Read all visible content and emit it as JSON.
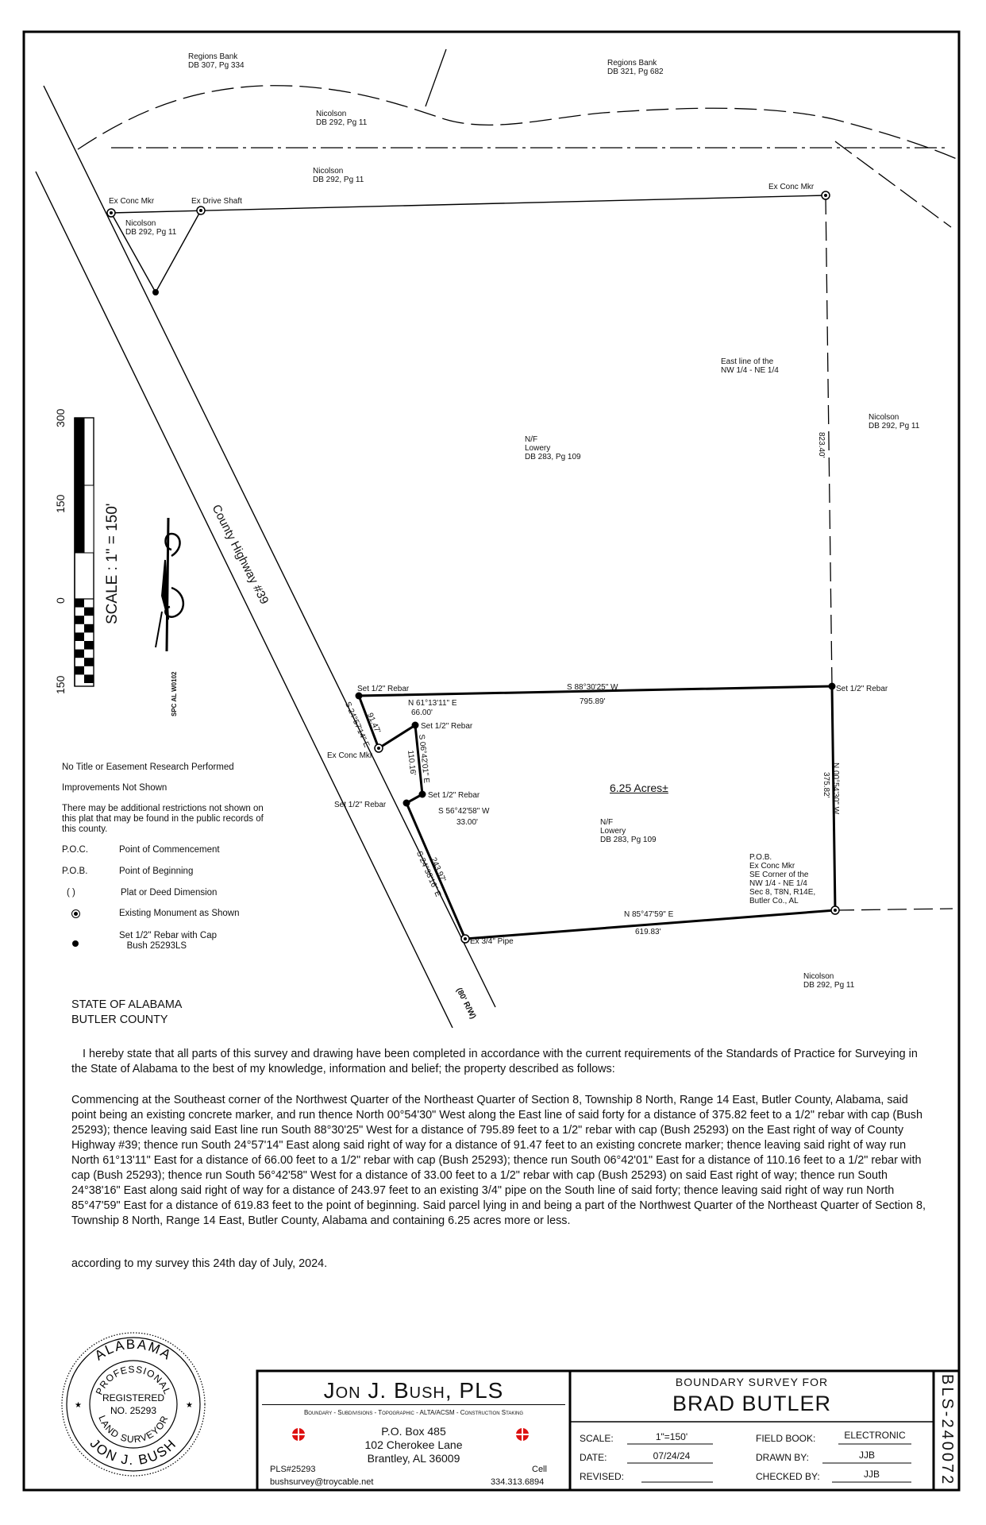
{
  "plat": {
    "adjoiners": {
      "regions1": [
        "Regions Bank",
        "DB 307, Pg 334"
      ],
      "regions2": [
        "Regions Bank",
        "DB 321, Pg 682"
      ],
      "nicolson_a": [
        "Nicolson",
        "DB 292, Pg 11"
      ],
      "nicolson_b": [
        "Nicolson",
        "DB 292, Pg 11"
      ],
      "nicolson_c": [
        "Nicolson",
        "DB 292, Pg 11"
      ],
      "nicolson_d": [
        "Nicolson",
        "DB 292, Pg 11"
      ],
      "nicolson_e": [
        "Nicolson",
        "DB 292, Pg 11"
      ],
      "lowery_a": [
        "N/F",
        "Lowery",
        "DB 283, Pg 109"
      ],
      "lowery_b": [
        "N/F",
        "Lowery",
        "DB 283, Pg 109"
      ]
    },
    "monuments": {
      "ex_conc_mkr_nw": "Ex Conc Mkr",
      "ex_drive_shaft": "Ex Drive Shaft",
      "ex_conc_mkr_ne": "Ex Conc Mkr",
      "set_rebar_nw": "Set 1/2\" Rebar",
      "set_rebar_ne": "Set 1/2\" Rebar",
      "set_rebar_2": "Set 1/2\" Rebar",
      "set_rebar_3": "Set 1/2\" Rebar",
      "set_rebar_4": "Set 1/2\" Rebar",
      "ex_conc_mkr_row": "Ex Conc Mkr",
      "ex_pipe": "Ex 3/4\" Pipe"
    },
    "east_line": [
      "East line of the",
      "NW 1/4 - NE 1/4"
    ],
    "east_line_dist": "823.40'",
    "road_name": "County Highway #39",
    "row": "(80' R/W)",
    "acreage": "6.25 Acres±",
    "pob": [
      "P.O.B.",
      "Ex Conc Mkr",
      "SE Corner of the",
      "NW 1/4 - NE 1/4",
      "Sec 8, T8N, R14E,",
      "Butler Co., AL"
    ],
    "calls": {
      "north_bearing": "S 88°30'25\" W",
      "north_dist": "795.89'",
      "east_bearing": "N 00°54'30\" W",
      "east_dist": "375.82'",
      "south_bearing": "N 85°47'59\" E",
      "south_dist": "619.83'",
      "row1_bearing": "S 24°57'14\" E",
      "row1_dist": "91.47'",
      "c1_bearing": "N 61°13'11\" E",
      "c1_dist": "66.00'",
      "c2_bearing": "S 06°42'01\" E",
      "c2_dist": "110.16'",
      "c3_bearing": "S 56°42'58\" W",
      "c3_dist": "33.00'",
      "row2_bearing": "S 24°38'16\" E",
      "row2_dist": "243.97'"
    }
  },
  "scale_bar": {
    "ticks": [
      "300",
      "150",
      "0",
      "150"
    ],
    "label": "SCALE : 1\" = 150'",
    "north_caption": "SPC AL W0102"
  },
  "notes": {
    "n1": "No Title or Easement Research Performed",
    "n2": "Improvements Not Shown",
    "n3": [
      "There may be additional restrictions not shown on",
      "this plat that may be found in the public records of",
      "this county."
    ]
  },
  "legend": [
    {
      "sym": "P.O.C.",
      "text": "Point of Commencement"
    },
    {
      "sym": "P.O.B.",
      "text": "Point of Beginning"
    },
    {
      "sym": "( )",
      "text": "Plat or Deed Dimension"
    },
    {
      "sym": "",
      "text": "Existing Monument as Shown"
    },
    {
      "sym": "",
      "text": "Set 1/2\" Rebar with Cap",
      "text2": "Bush 25293LS"
    }
  ],
  "statement": {
    "state": "STATE OF ALABAMA",
    "county": "BUTLER COUNTY",
    "para1": "I hereby state that all parts of this survey and drawing have been completed in accordance with the current requirements of the Standards of Practice for Surveying in the State of Alabama to the best of my knowledge, information and belief;  the property described as follows:",
    "para2": "Commencing at the Southeast corner of the Northwest Quarter of the Northeast Quarter of Section 8, Township 8 North, Range 14 East, Butler County, Alabama, said point being an existing concrete marker, and run thence North 00°54'30\" West along the East line of said forty for a distance of 375.82 feet to a 1/2\" rebar with cap (Bush 25293);  thence leaving said East line run South 88°30'25\" West for a distance of 795.89 feet to a 1/2\" rebar with cap (Bush 25293) on the East right of way of County Highway #39;  thence run South 24°57'14\" East along said right of way for a distance of 91.47 feet to an existing concrete marker;  thence leaving said right of way run North 61°13'11\" East for a distance of 66.00 feet to a 1/2\" rebar with cap (Bush 25293);  thence run South 06°42'01\" East for a distance of 110.16 feet to a 1/2\" rebar with cap (Bush 25293);  thence run South 56°42'58\" West for a distance of 33.00 feet to a 1/2\" rebar with cap (Bush 25293) on said East right of way;  thence run South 24°38'16\" East along said right of way for a distance of 243.97 feet to an existing 3/4\" pipe on the South line of said forty;  thence leaving said right of way run North 85°47'59\" East for a distance of 619.83 feet to the point of beginning.  Said parcel lying in and being a part of the Northwest Quarter of the Northeast Quarter of Section 8, Township 8 North, Range 14 East, Butler County, Alabama and containing 6.25 acres more or less.",
    "para3": "according to my survey this 24th day of July, 2024."
  },
  "seal": {
    "top": "ALABAMA",
    "inner": "PROFESSIONAL",
    "reg": "REGISTERED",
    "no": "NO. 25293",
    "bottom_inner": "LAND SURVEYOR",
    "bottom": "JON J. BUSH"
  },
  "title_block": {
    "firm": "Jon J. Bush, PLS",
    "services": "Boundary - Subdivisions - Topographic - ALTA/ACSM - Construction Staking",
    "address1": "P.O. Box 485",
    "address2": "102 Cherokee Lane",
    "address3": "Brantley, AL 36009",
    "pls": "PLS#25293",
    "email": "bushsurvey@troycable.net",
    "cell_label": "Cell",
    "cell": "334.313.6894",
    "survey_for": "BOUNDARY SURVEY FOR",
    "client": "BRAD BUTLER",
    "scale_label": "SCALE:",
    "scale": "1\"=150'",
    "date_label": "DATE:",
    "date": "07/24/24",
    "revised_label": "REVISED:",
    "revised": "",
    "fieldbook_label": "FIELD BOOK:",
    "fieldbook": "ELECTRONIC",
    "drawn_label": "DRAWN BY:",
    "drawn": "JJB",
    "checked_label": "CHECKED BY:",
    "checked": "JJB",
    "job": "BLS-240072"
  }
}
